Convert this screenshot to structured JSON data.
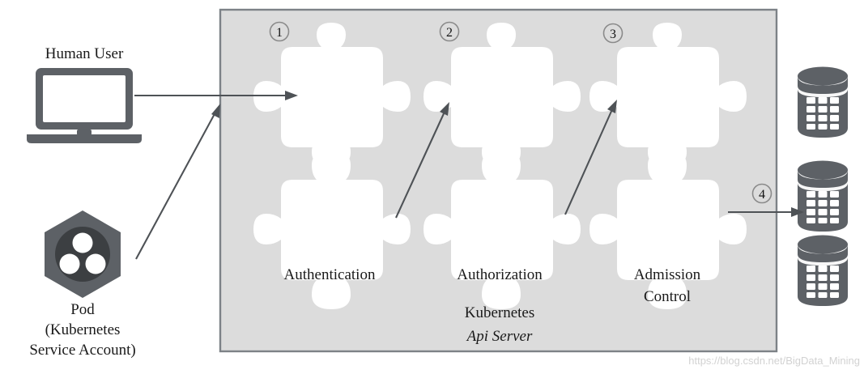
{
  "diagram": {
    "title": "Kubernetes API Server request flow",
    "colors": {
      "panel_background": "#dcdcdc",
      "panel_border": "#7d8287",
      "puzzle_piece": "#ffffff",
      "device_gray": "#5d6166",
      "device_dark": "#3c3f42",
      "arrow": "#4e5256",
      "text": "#1a1a1a",
      "watermark": "#d2d2d2"
    },
    "actors": [
      {
        "id": "human-user",
        "icon": "laptop-icon",
        "label": "Human User"
      },
      {
        "id": "pod",
        "icon": "kubernetes-pod-hexagon-icon",
        "label_lines": [
          "Pod",
          "(Kubernetes",
          "Service Account)"
        ]
      }
    ],
    "api_server": {
      "caption_line1": "Kubernetes",
      "caption_line2": "Api Server",
      "stages": [
        {
          "number": "1",
          "label_lines": [
            "Authentication"
          ],
          "icon": "puzzle-piece-icon"
        },
        {
          "number": "2",
          "label_lines": [
            "Authorization"
          ],
          "icon": "puzzle-piece-icon"
        },
        {
          "number": "3",
          "label_lines": [
            "Admission",
            "Control"
          ],
          "icon": "puzzle-piece-icon"
        }
      ]
    },
    "output": {
      "number": "4",
      "icon": "database-cylinder-icon",
      "count": 3
    },
    "watermark": "https://blog.csdn.net/BigData_Mining"
  }
}
